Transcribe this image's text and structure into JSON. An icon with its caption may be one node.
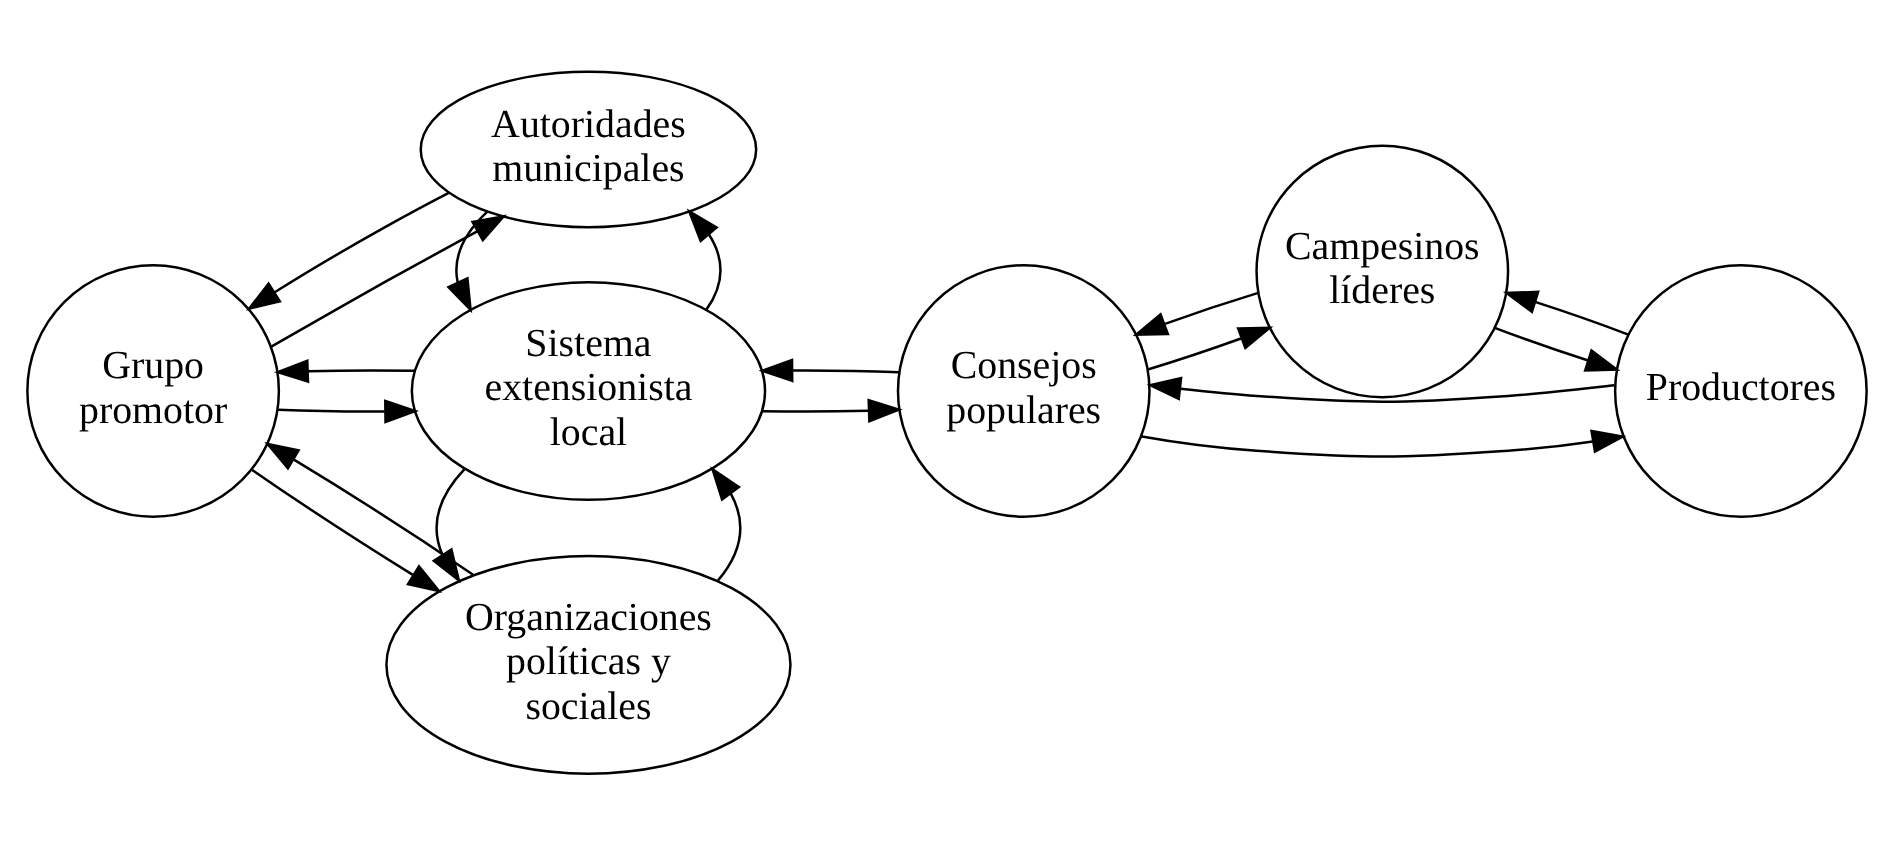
{
  "diagram": {
    "nodes": [
      {
        "text": [
          "Organizaciones políticas y sociales"
        ]
      },
      {
        "text": [
          "Grupo promotor"
        ]
      },
      {
        "text": [
          "Sistema extensionista local"
        ]
      },
      {
        "text": [
          "Autoridades municipales"
        ]
      },
      {
        "text": [
          "Consejos populares"
        ]
      },
      {
        "text": [
          "Campesinos líderes"
        ]
      },
      {
        "text": [
          "Productores"
        ]
      }
    ],
    "edges": [
      {
        "from": 0,
        "to": 1,
        "arrow": "to"
      },
      {
        "from": 1,
        "to": 0,
        "arrow": "to"
      },
      {
        "from": 2,
        "to": 1,
        "arrow": "to"
      },
      {
        "from": 1,
        "to": 2,
        "arrow": "to"
      },
      {
        "from": 3,
        "to": 1,
        "arrow": "to"
      },
      {
        "from": 1,
        "to": 3,
        "arrow": "to"
      },
      {
        "from": 0,
        "to": 2,
        "arrow": "to"
      },
      {
        "from": 2,
        "to": 0,
        "arrow": "to"
      },
      {
        "from": 2,
        "to": 3,
        "arrow": "to"
      },
      {
        "from": 3,
        "to": 2,
        "arrow": "to"
      },
      {
        "from": 4,
        "to": 2,
        "arrow": "to"
      },
      {
        "from": 2,
        "to": 4,
        "arrow": "to"
      },
      {
        "from": 5,
        "to": 4,
        "arrow": "to"
      },
      {
        "from": 4,
        "to": 5,
        "arrow": "to"
      },
      {
        "from": 6,
        "to": 5,
        "arrow": "to"
      },
      {
        "from": 5,
        "to": 6,
        "arrow": "to"
      },
      {
        "from": 4,
        "to": 6,
        "arrow": "to"
      },
      {
        "from": 6,
        "to": 4,
        "arrow": "to"
      }
    ]
  }
}
